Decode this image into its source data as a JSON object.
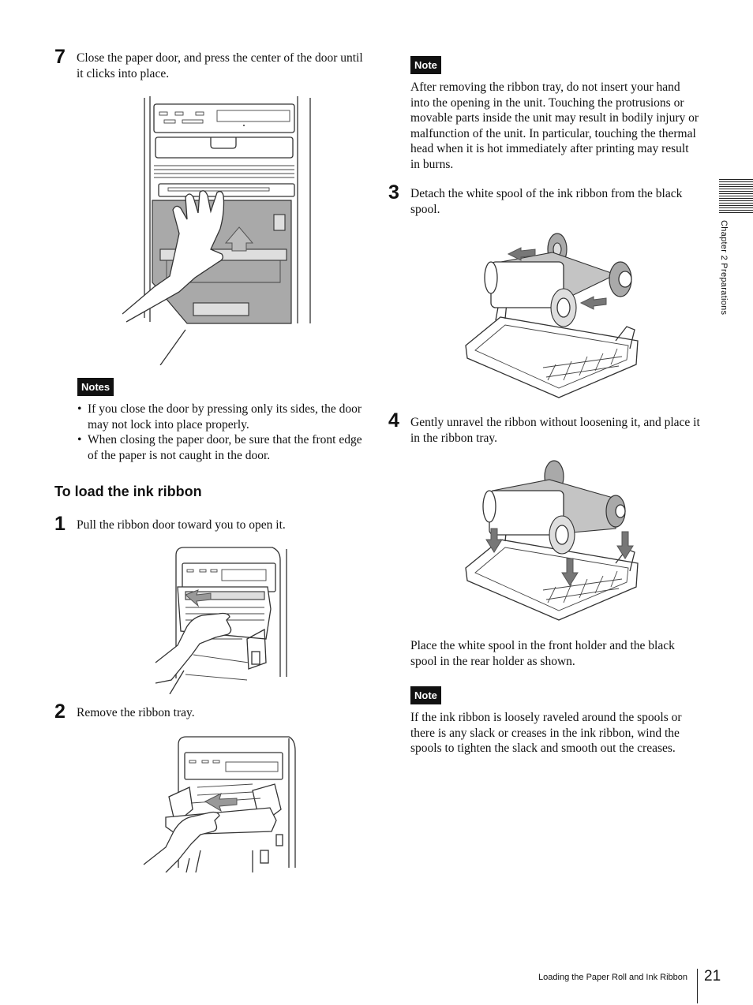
{
  "left": {
    "step7": {
      "num": "7",
      "text": "Close the paper door, and press the center of the door until it clicks into place."
    },
    "notes": {
      "label": "Notes",
      "items": [
        "If you close the door by pressing only its sides, the door may not lock into place properly.",
        "When closing the paper door, be sure that the front edge of the paper is not caught in the door."
      ]
    },
    "section_title": "To load the ink ribbon",
    "step1": {
      "num": "1",
      "text": "Pull the ribbon door toward you to open it."
    },
    "step2": {
      "num": "2",
      "text": "Remove the ribbon tray."
    }
  },
  "right": {
    "note1": {
      "label": "Note",
      "text": "After removing the ribbon tray, do not insert your hand into the opening in the unit. Touching the protrusions or movable parts inside the unit may result in bodily injury or malfunction of the unit. In particular, touching the thermal head when it is hot immediately after printing may result in burns."
    },
    "step3": {
      "num": "3",
      "text": "Detach the white spool of the ink ribbon from the black spool."
    },
    "step4": {
      "num": "4",
      "text": "Gently unravel the ribbon without loosening it, and place it in the ribbon tray."
    },
    "after_text": "Place the white spool in the front holder and the black spool in the rear holder as shown.",
    "note2": {
      "label": "Note",
      "text": "If the ink ribbon is loosely raveled around the spools or there is any slack or creases in the ink ribbon, wind the spools to tighten the slack and smooth out the creases."
    }
  },
  "side_tab": {
    "text": "Chapter 2  Preparations"
  },
  "footer": {
    "title": "Loading the Paper Roll and Ink Ribbon",
    "page_number": "21"
  }
}
